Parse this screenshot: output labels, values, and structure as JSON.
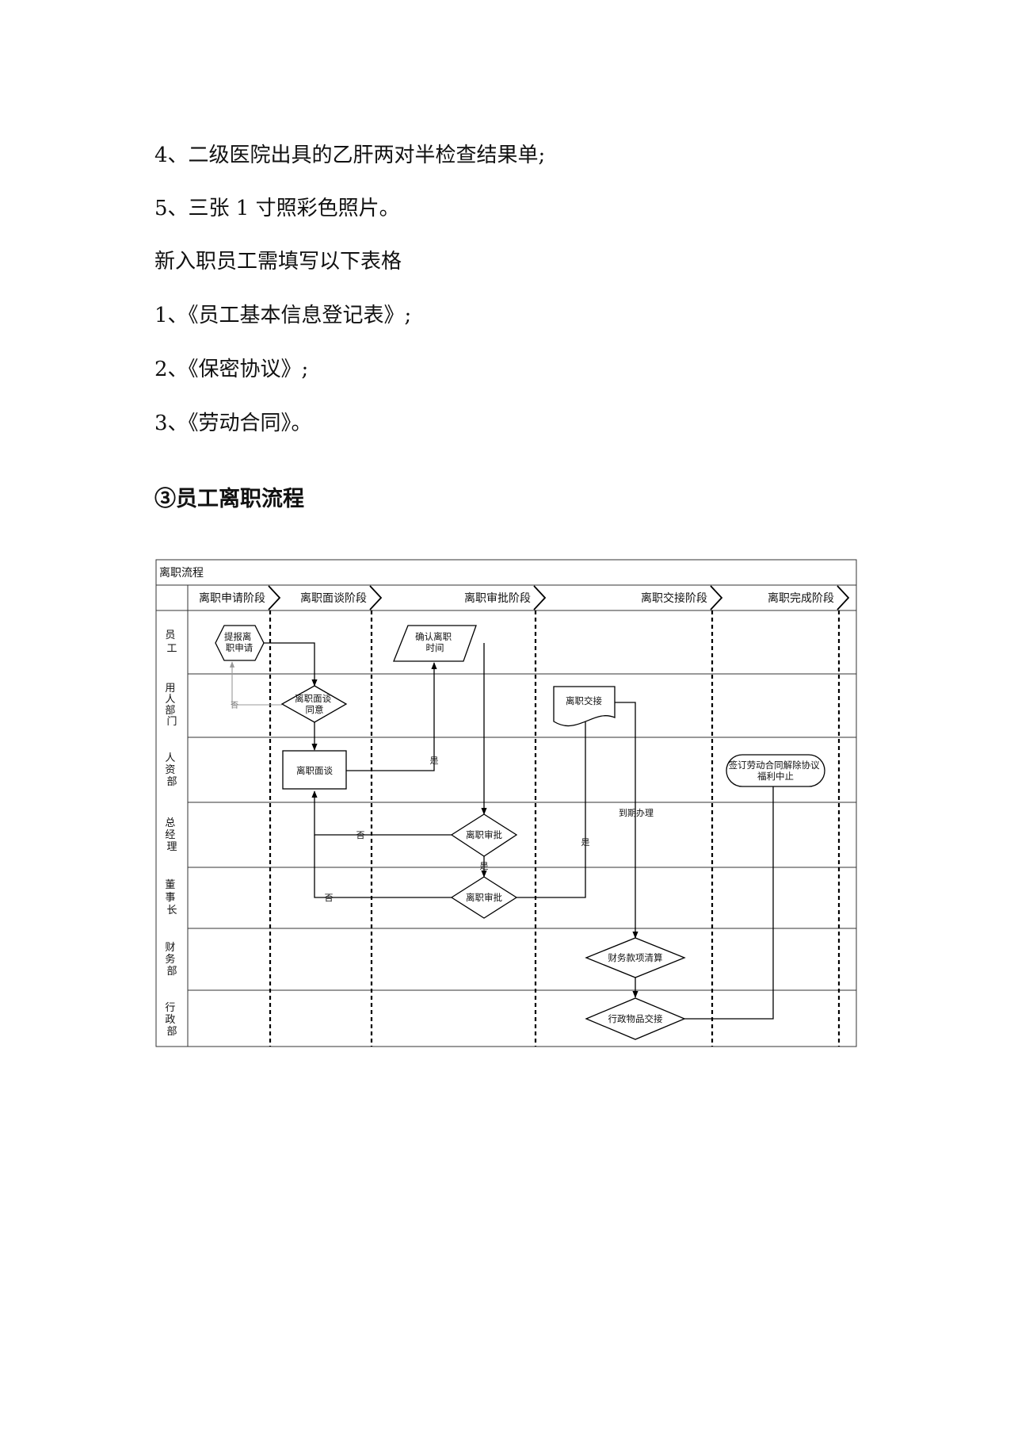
{
  "doc": {
    "lines": [
      "4、二级医院出具的乙肝两对半检查结果单;",
      "5、三张 1 寸照彩色照片。",
      "新入职员工需填写以下表格",
      "1、《员工基本信息登记表》;",
      "2、《保密协议》;",
      "3、《劳动合同》。"
    ],
    "heading": "③员工离职流程"
  },
  "flowchart": {
    "title": "离职流程",
    "phases": [
      "离职申请阶段",
      "离职面谈阶段",
      "离职审批阶段",
      "离职交接阶段",
      "离职完成阶段"
    ],
    "lanes": [
      [
        "员",
        "工"
      ],
      [
        "用",
        "人",
        "部",
        "门"
      ],
      [
        "人",
        "资",
        "部"
      ],
      [
        "总",
        "经",
        "理"
      ],
      [
        "董",
        "事",
        "长"
      ],
      [
        "财",
        "务",
        "部"
      ],
      [
        "行",
        "政",
        "部"
      ]
    ],
    "nodes": {
      "apply": [
        "提报离",
        "职申请"
      ],
      "interview_agree": [
        "离职面谈",
        "同意"
      ],
      "hr_interview": [
        "离职面谈"
      ],
      "confirm_time": [
        "确认离职",
        "时间"
      ],
      "handover": [
        "离职交接"
      ],
      "gm_approve": [
        "离职审批"
      ],
      "chair_approve": [
        "离职审批"
      ],
      "finance_settle": [
        "财务款项清算"
      ],
      "admin_handover": [
        "行政物品交接"
      ],
      "sign_agreement": [
        "签订劳动合同解除协议",
        "福利中止"
      ]
    },
    "edge_labels": {
      "no_interview": "否",
      "yes_hr": "是",
      "no_gm": "否",
      "yes_gm": "是",
      "no_chair": "否",
      "yes_chair": "是",
      "due": "到期办理"
    }
  }
}
